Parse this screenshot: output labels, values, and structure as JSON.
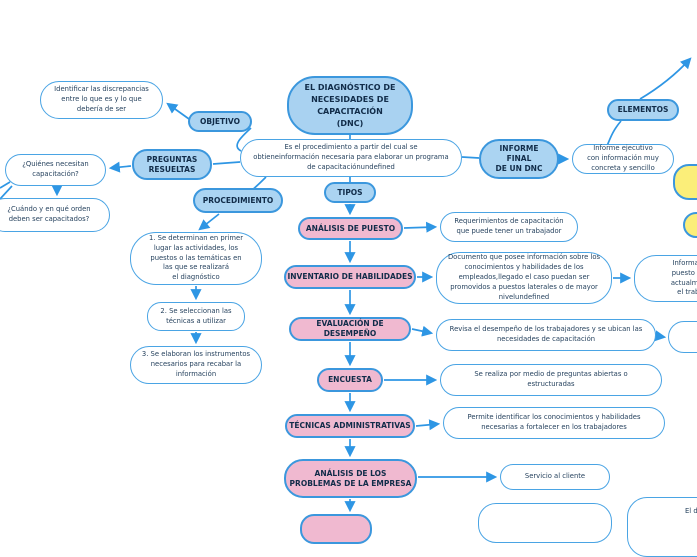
{
  "diagram_title": "EL DIAGNÓSTICO DE NECESIDADES DE CAPACITACIÓN (DNC)",
  "colors": {
    "category_fill": "#abd4f2",
    "category_border": "#3b97dd",
    "type_fill": "#f0b9d0",
    "highlight_fill": "#fbee79",
    "detail_border": "#4aa4e4",
    "connector": "#2e96e4",
    "text_dark": "#112c49",
    "text_body": "#26425e"
  },
  "nodes": {
    "central": {
      "label": "EL DIAGNÓSTICO DE\nNECESIDADES DE\nCAPACITACIÓN\n(DNC)"
    },
    "definition": {
      "label": "Es el procedimiento a partir del cual se\nobtieneinformación necesaria para elaborar un programa\nde capacitaciónundefined"
    },
    "objetivo": {
      "label": "OBJETIVO"
    },
    "identificar": {
      "label": "Identificar las discrepancias\nentre lo que es y lo que\ndebería de ser"
    },
    "preguntas_resueltas": {
      "label": "PREGUNTAS\nRESUELTAS"
    },
    "quienes": {
      "label": "¿Quiénes necesitan\ncapacitación?"
    },
    "cuando": {
      "label": "¿Cuándo y en qué orden\ndeben ser capacitados?"
    },
    "procedimiento": {
      "label": "PROCEDIMIENTO"
    },
    "paso1": {
      "label": "1. Se determinan en primer\nlugar las actividades, los\npuestos o las temáticas en\nlas que se realizará\nel diagnóstico"
    },
    "paso2": {
      "label": "2. Se seleccionan las\ntécnicas a utilizar"
    },
    "paso3": {
      "label": "3. Se elaboran los instrumentos\nnecesarios para recabar la\ninformación"
    },
    "tipos": {
      "label": "TIPOS"
    },
    "analisis_puesto": {
      "label": "ANÁLISIS DE PUESTO"
    },
    "requerimientos": {
      "label": "Requerimientos de capacitación\nque puede tener un trabajador"
    },
    "inventario_habilidades": {
      "label": "INVENTARIO DE HABILIDADES"
    },
    "documento": {
      "label": "Documento que posee información sobre los\nconocimientos y habilidades de los\nempleados,llegado el caso puedan ser\npromovidos a puestos laterales o de mayor\nnivelundefined"
    },
    "info_puesto": {
      "label": "Información del\npuesto ocupado\nactualmente por\nel trabajador"
    },
    "evaluacion_desempeno": {
      "label": "EVALUACIÓN DE DESEMPEÑO"
    },
    "revisa": {
      "label": "Revisa el desempeño de los trabajadores y se ubican las\nnecesidades de capacitación"
    },
    "encuesta": {
      "label": "ENCUESTA"
    },
    "se_realiza": {
      "label": "Se realiza por medio de preguntas abiertas o\nestructuradas"
    },
    "tecnicas_administrativas": {
      "label": "TÉCNICAS ADMINISTRATIVAS"
    },
    "permite": {
      "label": "Permite identificar los conocimientos y habilidades\nnecesarias a fortalecer en los trabajadores"
    },
    "analisis_problemas": {
      "label": "ANÁLISIS DE LOS\nPROBLEMAS DE LA EMPRESA"
    },
    "servicio_cliente": {
      "label": "Servicio al cliente"
    },
    "informe_final": {
      "label": "INFORME\nFINAL\nDE UN DNC"
    },
    "informe_ejecutivo": {
      "label": "Informe ejecutivo\ncon información muy\nconcreta y sencillo"
    },
    "elementos": {
      "label": "ELEMENTOS"
    },
    "el_d_fragment": {
      "label": "El d"
    },
    "pink_bottom_clipped": {
      "label": ""
    },
    "white_bottom_clipped": {
      "label": ""
    },
    "right_clipped_detail": {
      "label": ""
    },
    "yellow_clipped_1": {
      "label": ""
    },
    "yellow_clipped_2": {
      "label": ""
    }
  }
}
